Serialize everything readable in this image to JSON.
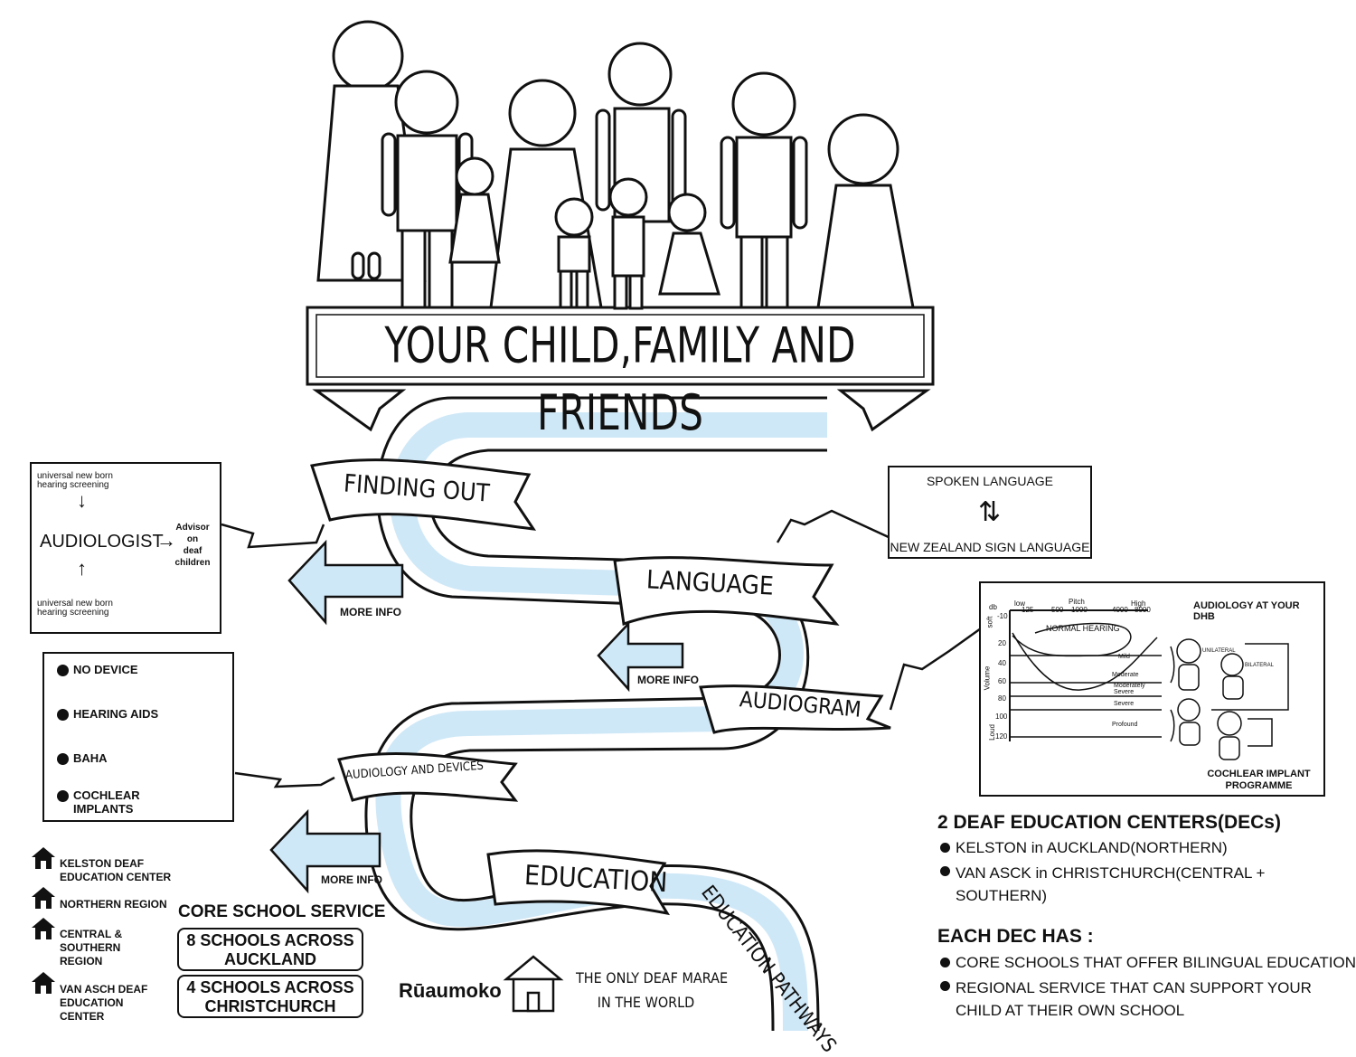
{
  "banner": {
    "title": "YOUR CHILD,FAMILY AND FRIENDS"
  },
  "ribbons": {
    "finding_out": "FINDING OUT",
    "language": "LANGUAGE",
    "audiogram": "AUDIOGRAM",
    "audiology_devices": "AUDIOLOGY AND DEVICES",
    "education": "EDUCATION",
    "education_pathways": "EDUCATION PATHWAYS"
  },
  "more_info": "MORE INFO",
  "audiologist_box": {
    "screening_top": "universal new born\nhearing screening",
    "audiologist": "AUDIOLOGIST",
    "advisor": "Advisor\non\ndeaf\nchildren",
    "screening_bottom": "universal new born\nhearing screening"
  },
  "language_box": {
    "spoken": "SPOKEN LANGUAGE",
    "nzsl": "NEW ZEALAND SIGN LANGUAGE"
  },
  "devices_box": {
    "items": [
      "NO DEVICE",
      "HEARING AIDS",
      "BAHA",
      "COCHLEAR\nIMPLANTS"
    ]
  },
  "audiogram_box": {
    "db": "db",
    "soft": "soft",
    "volume": "Volume",
    "loud": "Loud",
    "pitch": "Pitch",
    "low": "low",
    "high": "High",
    "freq_ticks": [
      "125",
      "500",
      "1000",
      "4000",
      "8000"
    ],
    "db_ticks": [
      "-10",
      "20",
      "40",
      "60",
      "80",
      "100",
      "120"
    ],
    "normal_hearing": "NORMAL HEARING",
    "levels": [
      "Mild",
      "Moderate",
      "Moderately\nSevere",
      "Severe",
      "Profound"
    ],
    "unilateral": "UNILATERAL",
    "bilateral": "BILATERAL",
    "audiology_dhb": "AUDIOLOGY AT YOUR DHB",
    "cochlear_programme": "COCHLEAR IMPLANT\nPROGRAMME"
  },
  "decs": {
    "title": "2 DEAF EDUCATION CENTERS(DECs)",
    "items": [
      "KELSTON in AUCKLAND(NORTHERN)",
      "VAN ASCK in CHRISTCHURCH(CENTRAL +\nSOUTHERN)"
    ],
    "each_title": "EACH DEC HAS :",
    "each_items": [
      "CORE SCHOOLS THAT OFFER BILINGUAL EDUCATION",
      "REGIONAL SERVICE THAT CAN SUPPORT YOUR\nCHILD AT THEIR OWN SCHOOL"
    ]
  },
  "regions": [
    "KELSTON DEAF\nEDUCATION CENTER",
    "NORTHERN REGION",
    "CENTRAL &\nSOUTHERN\nREGION",
    "VAN ASCH DEAF\nEDUCATION\nCENTER"
  ],
  "core_school": {
    "title": "CORE SCHOOL SERVICE",
    "auckland": "8 SCHOOLS ACROSS\nAUCKLAND",
    "christchurch": "4 SCHOOLS ACROSS\nCHRISTCHURCH"
  },
  "marae": {
    "name": "Rūaumoko",
    "caption": "THE ONLY DEAF MARAE\nIN THE WORLD"
  },
  "colors": {
    "river": "#cfe8f7",
    "ink": "#111111"
  }
}
